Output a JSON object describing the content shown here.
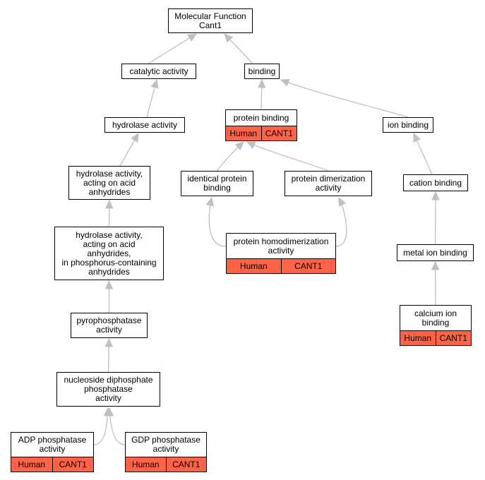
{
  "diagram": {
    "colors": {
      "edge": "#c0c0c0",
      "annotation_fill": "#ff6347"
    },
    "nodes": [
      {
        "id": "mf",
        "label": "Molecular Function\nCant1"
      },
      {
        "id": "catalytic",
        "label": "catalytic activity"
      },
      {
        "id": "binding",
        "label": "binding"
      },
      {
        "id": "hydrolase",
        "label": "hydrolase activity"
      },
      {
        "id": "protein_binding",
        "label": "protein binding",
        "annotation": [
          "Human",
          "CANT1"
        ]
      },
      {
        "id": "ion_binding",
        "label": "ion binding"
      },
      {
        "id": "hydrolase_acid",
        "label": "hydrolase activity,\nacting on acid\nanhydrides"
      },
      {
        "id": "identical",
        "label": "identical protein\nbinding"
      },
      {
        "id": "dimerization",
        "label": "protein dimerization\nactivity"
      },
      {
        "id": "cation",
        "label": "cation binding"
      },
      {
        "id": "hydrolase_phos",
        "label": "hydrolase activity,\nacting on acid\nanhydrides,\nin phosphorus-containing\nanhydrides"
      },
      {
        "id": "homodimer",
        "label": "protein homodimerization\nactivity",
        "annotation": [
          "Human",
          "CANT1"
        ]
      },
      {
        "id": "metal",
        "label": "metal ion binding"
      },
      {
        "id": "pyro",
        "label": "pyrophosphatase\nactivity"
      },
      {
        "id": "calcium",
        "label": "calcium ion\nbinding",
        "annotation": [
          "Human",
          "CANT1"
        ]
      },
      {
        "id": "ndp",
        "label": "nucleoside diphosphate\nphosphatase\nactivity"
      },
      {
        "id": "adp",
        "label": "ADP phosphatase\nactivity",
        "annotation": [
          "Human",
          "CANT1"
        ]
      },
      {
        "id": "gdp",
        "label": "GDP phosphatase\nactivity",
        "annotation": [
          "Human",
          "CANT1"
        ]
      }
    ],
    "edges": [
      [
        "catalytic",
        "mf"
      ],
      [
        "binding",
        "mf"
      ],
      [
        "hydrolase",
        "catalytic"
      ],
      [
        "protein_binding",
        "binding"
      ],
      [
        "ion_binding",
        "binding"
      ],
      [
        "hydrolase_acid",
        "hydrolase"
      ],
      [
        "identical",
        "protein_binding"
      ],
      [
        "dimerization",
        "protein_binding"
      ],
      [
        "cation",
        "ion_binding"
      ],
      [
        "hydrolase_phos",
        "hydrolase_acid"
      ],
      [
        "homodimer",
        "identical"
      ],
      [
        "homodimer",
        "dimerization"
      ],
      [
        "metal",
        "cation"
      ],
      [
        "pyro",
        "hydrolase_phos"
      ],
      [
        "calcium",
        "metal"
      ],
      [
        "ndp",
        "pyro"
      ],
      [
        "adp",
        "ndp"
      ],
      [
        "gdp",
        "ndp"
      ]
    ]
  }
}
